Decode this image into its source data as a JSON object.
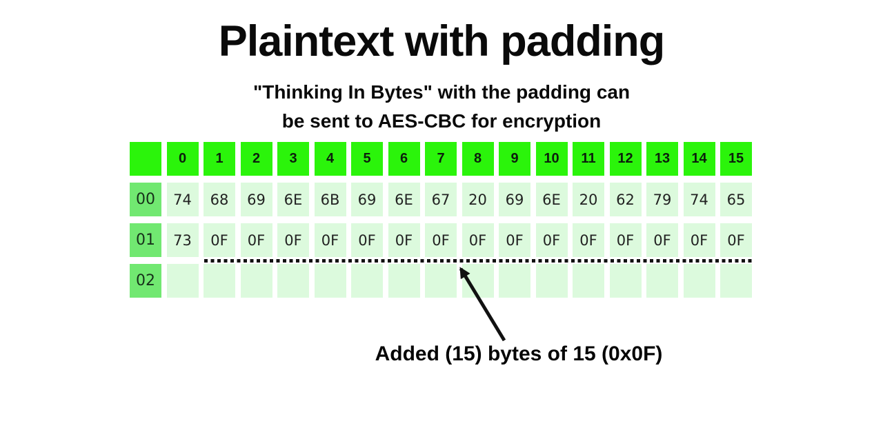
{
  "title": "Plaintext with padding",
  "subtitle": {
    "line1": "\"Thinking In Bytes\" with the padding can",
    "line2": "be sent to AES-CBC for encryption"
  },
  "table": {
    "column_headers": [
      "0",
      "1",
      "2",
      "3",
      "4",
      "5",
      "6",
      "7",
      "8",
      "9",
      "10",
      "11",
      "12",
      "13",
      "14",
      "15"
    ],
    "rows": [
      {
        "label": "00",
        "cells": [
          "74",
          "68",
          "69",
          "6E",
          "6B",
          "69",
          "6E",
          "67",
          "20",
          "69",
          "6E",
          "20",
          "62",
          "79",
          "74",
          "65"
        ]
      },
      {
        "label": "01",
        "cells": [
          "73",
          "0F",
          "0F",
          "0F",
          "0F",
          "0F",
          "0F",
          "0F",
          "0F",
          "0F",
          "0F",
          "0F",
          "0F",
          "0F",
          "0F",
          "0F"
        ]
      },
      {
        "label": "02",
        "cells": [
          "",
          "",
          "",
          "",
          "",
          "",
          "",
          "",
          "",
          "",
          "",
          "",
          "",
          "",
          "",
          ""
        ]
      }
    ]
  },
  "annotation": {
    "label": "Added (15) bytes of 15 (0x0F)"
  },
  "colors": {
    "header_green": "#2bf40b",
    "label_green": "#71e871",
    "cell_green": "#dcfadd",
    "ink": "#111111"
  }
}
